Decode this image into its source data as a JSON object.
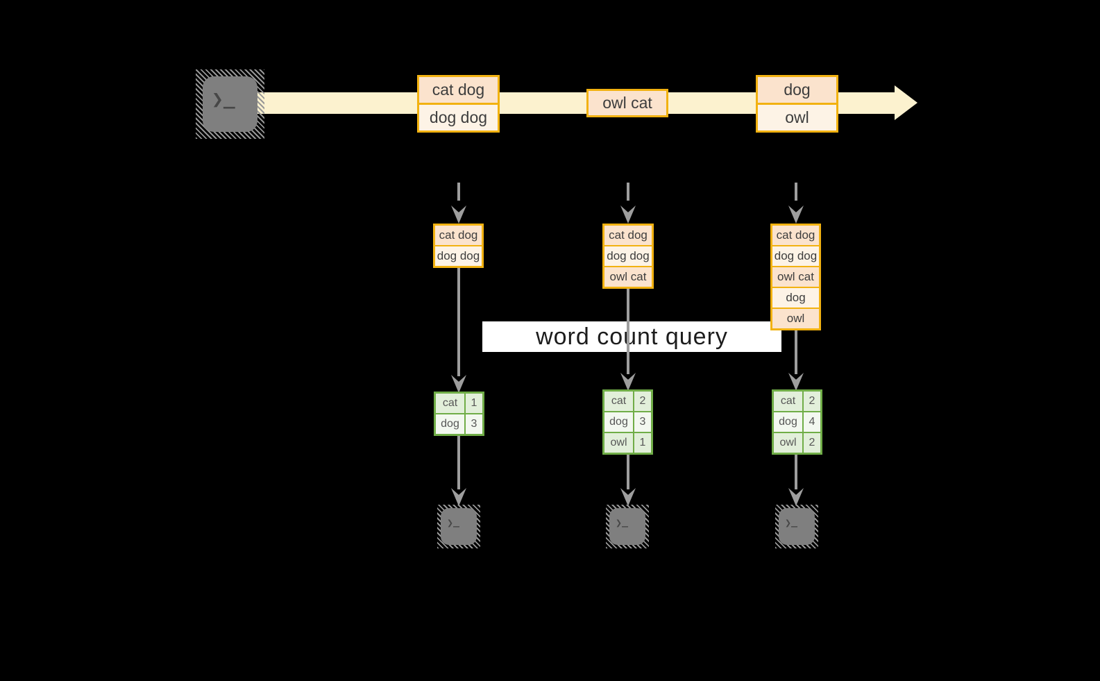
{
  "query": {
    "label": "word count query"
  },
  "icons": {
    "terminal_prompt_chevron": "❯",
    "terminal_prompt_underscore": "_"
  },
  "stream": {
    "batches": [
      {
        "rows": [
          "cat dog",
          "dog dog"
        ]
      },
      {
        "rows": [
          "owl cat"
        ]
      },
      {
        "rows": [
          "dog",
          "owl"
        ]
      }
    ]
  },
  "columns": [
    {
      "state": [
        "cat dog",
        "dog dog"
      ],
      "counts": [
        {
          "word": "cat",
          "count": "1"
        },
        {
          "word": "dog",
          "count": "3"
        }
      ]
    },
    {
      "state": [
        "cat dog",
        "dog dog",
        "owl cat"
      ],
      "counts": [
        {
          "word": "cat",
          "count": "2"
        },
        {
          "word": "dog",
          "count": "3"
        },
        {
          "word": "owl",
          "count": "1"
        }
      ]
    },
    {
      "state": [
        "cat dog",
        "dog dog",
        "owl cat",
        "dog",
        "owl"
      ],
      "counts": [
        {
          "word": "cat",
          "count": "2"
        },
        {
          "word": "dog",
          "count": "4"
        },
        {
          "word": "owl",
          "count": "2"
        }
      ]
    }
  ],
  "colors": {
    "gold_border": "#f2b211",
    "peach_fill": "#fbe3cd",
    "cream_fill": "#fdf3e6",
    "stream_fill": "#fcf2cf",
    "green_border": "#70ad47",
    "green_fill_a": "#e2efda",
    "green_fill_b": "#f3f8f0",
    "arrow_gray": "#9e9e9e",
    "terminal_gray": "#7f7f7f",
    "background": "#000000"
  }
}
